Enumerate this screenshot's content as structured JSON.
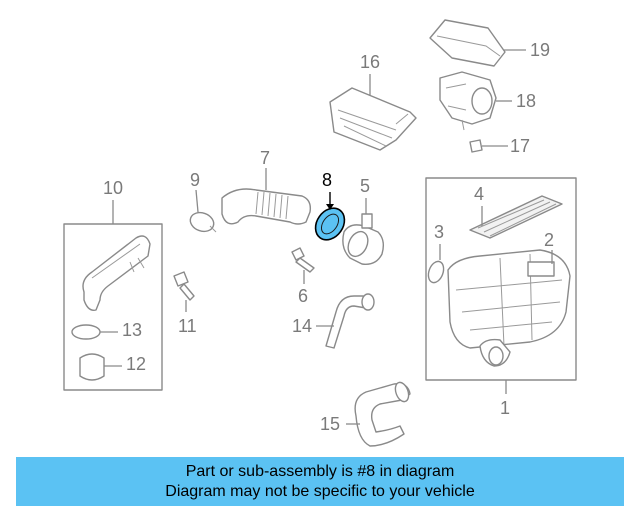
{
  "diagram": {
    "callouts": {
      "c1": "1",
      "c2": "2",
      "c3": "3",
      "c4": "4",
      "c5": "5",
      "c6": "6",
      "c7": "7",
      "c8": "8",
      "c9": "9",
      "c10": "10",
      "c11": "11",
      "c12": "12",
      "c13": "13",
      "c14": "14",
      "c15": "15",
      "c16": "16",
      "c17": "17",
      "c18": "18",
      "c19": "19"
    },
    "highlight_part": "8",
    "highlight_color": "#5bc2f3",
    "line_color": "#8a8a8a"
  },
  "banner": {
    "line1": "Part or sub-assembly is #8 in diagram",
    "line2": "Diagram may not be specific to your vehicle",
    "background": "#5bc2f3"
  }
}
